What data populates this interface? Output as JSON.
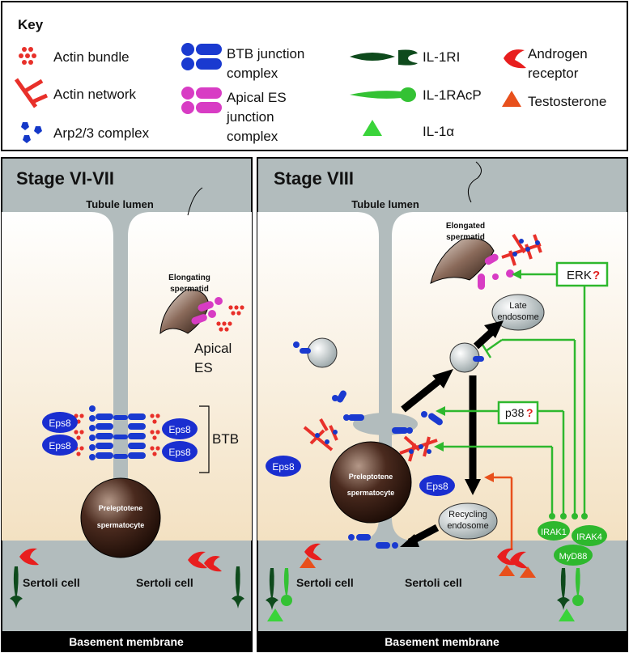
{
  "key": {
    "title": "Key",
    "actin_bundle": "Actin bundle",
    "actin_network": "Actin network",
    "arp23": "Arp2/3 complex",
    "btb_line1": "BTB junction",
    "btb_line2": "complex",
    "apical_line1": "Apical ES",
    "apical_line2": "junction",
    "apical_line3": "complex",
    "il1ri": "IL-1RI",
    "il1racp": "IL-1RAcP",
    "il1a": "IL-1α",
    "ar_line1": "Androgen",
    "ar_line2": "receptor",
    "testosterone": "Testosterone"
  },
  "left_panel": {
    "title": "Stage VI-VII",
    "lumen": "Tubule lumen",
    "spermatid_line1": "Elongating",
    "spermatid_line2": "spermatid",
    "apical_line1": "Apical",
    "apical_line2": "ES",
    "btb": "BTB",
    "eps8": "Eps8",
    "spermatocyte_line1": "Preleptotene",
    "spermatocyte_line2": "spermatocyte",
    "sertoli_left": "Sertoli cell",
    "sertoli_right": "Sertoli cell",
    "basement": "Basement membrane"
  },
  "right_panel": {
    "title": "Stage VIII",
    "lumen": "Tubule lumen",
    "spermatid_line1": "Elongated",
    "spermatid_line2": "spermatid",
    "erk": "ERK",
    "p38": "p38",
    "question": "?",
    "late_line1": "Late",
    "late_line2": "endosome",
    "recycling_line1": "Recycling",
    "recycling_line2": "endosome",
    "eps8": "Eps8",
    "spermatocyte_line1": "Preleptotene",
    "spermatocyte_line2": "spermatocyte",
    "irak1": "IRAK1",
    "irak4": "IRAK4",
    "myd88": "MyD88",
    "sertoli_left": "Sertoli cell",
    "sertoli_right": "Sertoli cell",
    "basement": "Basement membrane"
  },
  "colors": {
    "cell_gray": "#b2bcbd",
    "cytoplasm_top": "#ffffff",
    "cytoplasm_bottom": "#f4e4c8",
    "actin_red": "#e8302a",
    "btb_blue": "#1438c8",
    "apical_magenta": "#d83cc4",
    "il1ri_green": "#0e4a1c",
    "il1racp_green": "#34c234",
    "signal_green": "#2eb82e",
    "testosterone_orange": "#e8501c",
    "eps8_blue": "#1a2ed0",
    "basement_black": "#000000"
  }
}
